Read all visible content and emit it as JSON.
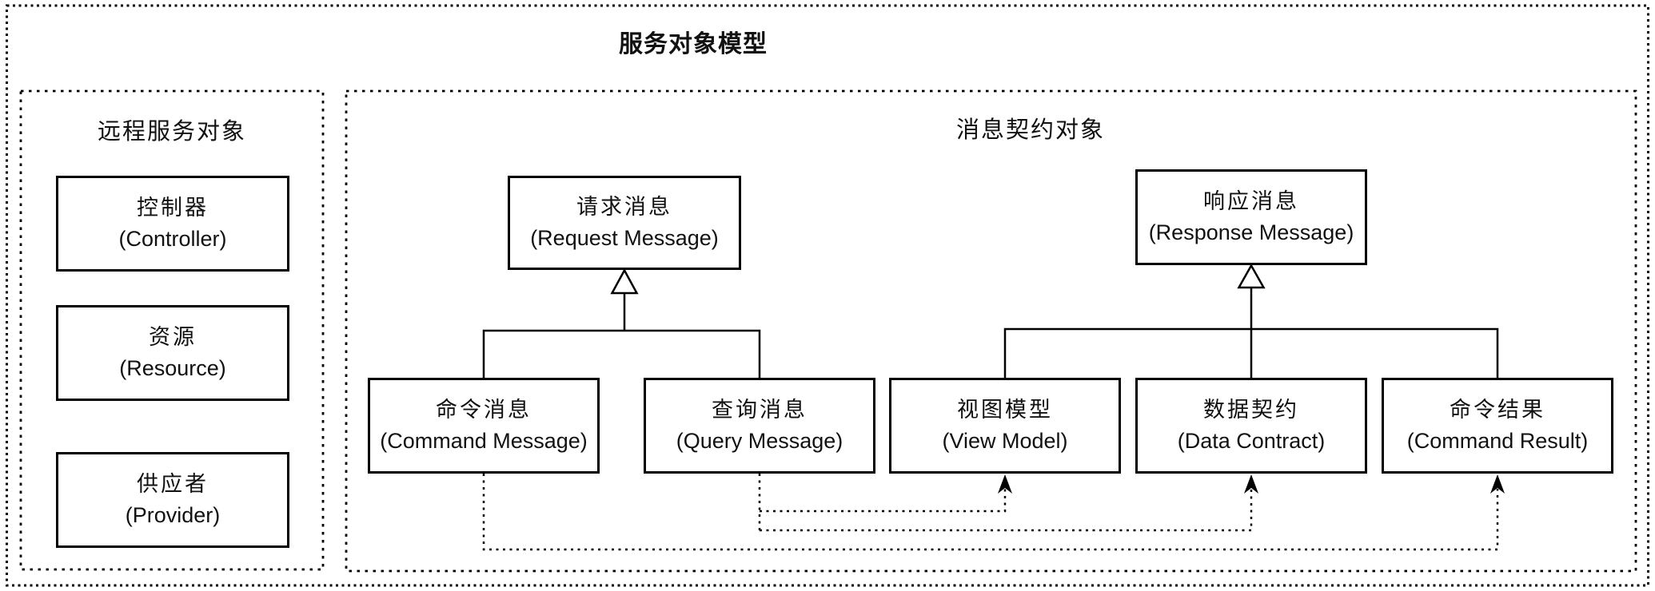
{
  "diagram": {
    "title": "服务对象模型",
    "groups": {
      "remote": {
        "label": "远程服务对象"
      },
      "message": {
        "label": "消息契约对象"
      }
    },
    "nodes": {
      "controller": {
        "zh": "控制器",
        "en": "(Controller)"
      },
      "resource": {
        "zh": "资源",
        "en": "(Resource)"
      },
      "provider": {
        "zh": "供应者",
        "en": "(Provider)"
      },
      "request": {
        "zh": "请求消息",
        "en": "(Request Message)"
      },
      "response": {
        "zh": "响应消息",
        "en": "(Response Message)"
      },
      "command": {
        "zh": "命令消息",
        "en": "(Command Message)"
      },
      "query": {
        "zh": "查询消息",
        "en": "(Query Message)"
      },
      "viewmodel": {
        "zh": "视图模型",
        "en": "(View Model)"
      },
      "datacontract": {
        "zh": "数据契约",
        "en": "(Data Contract)"
      },
      "commandresult": {
        "zh": "命令结果",
        "en": "(Command Result)"
      }
    },
    "edges": {
      "inheritance": [
        {
          "from": "command",
          "to": "request"
        },
        {
          "from": "query",
          "to": "request"
        },
        {
          "from": "viewmodel",
          "to": "response"
        },
        {
          "from": "datacontract",
          "to": "response"
        },
        {
          "from": "commandresult",
          "to": "response"
        }
      ],
      "dependency": [
        {
          "from": "query",
          "to": "viewmodel"
        },
        {
          "from": "query",
          "to": "datacontract"
        },
        {
          "from": "command",
          "to": "commandresult"
        }
      ]
    },
    "colors": {
      "line": "#000000",
      "background": "#ffffff",
      "text": "#111111"
    }
  }
}
